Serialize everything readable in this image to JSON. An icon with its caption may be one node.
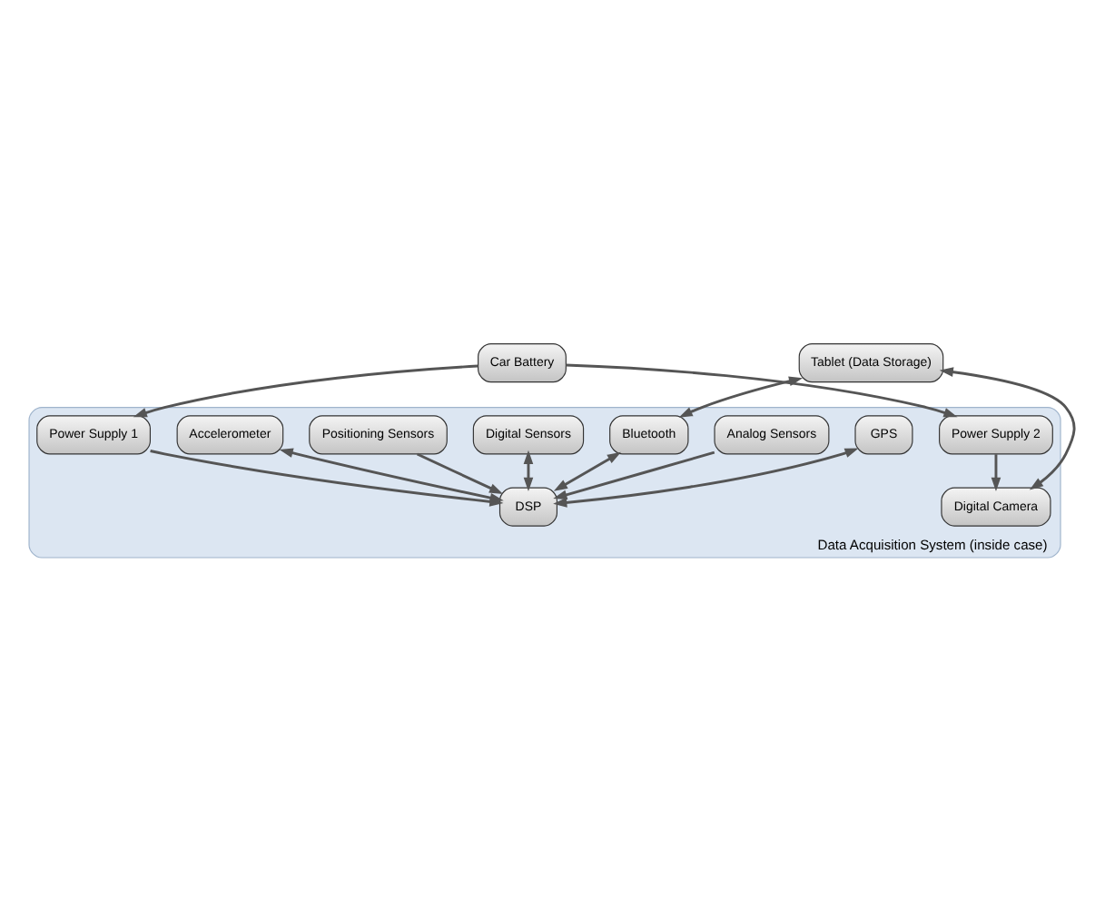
{
  "diagram": {
    "nodes": [
      {
        "text": [
          "Data Acquisition System (inside case)"
        ]
      },
      {
        "text": [
          "Tablet (Data Storage)"
        ]
      },
      {
        "text": [
          "Bluetooth"
        ],
        "in": 0
      },
      {
        "text": [
          "Digital Camera"
        ],
        "in": 0
      },
      {
        "text": [
          "Power Supply 2"
        ],
        "in": 0
      },
      {
        "text": [
          "Accelerometer"
        ],
        "in": 0
      },
      {
        "text": [
          "DSP"
        ],
        "in": 0
      },
      {
        "text": [
          "Power Supply 1"
        ],
        "in": 0
      },
      {
        "text": [
          "Car Battery"
        ]
      },
      {
        "text": [
          "GPS"
        ],
        "in": 0
      },
      {
        "text": [
          "Analog Sensors"
        ],
        "in": 0
      },
      {
        "text": [
          "Digital Sensors"
        ],
        "in": 0
      },
      {
        "text": [
          "Positioning Sensors"
        ],
        "in": 0
      }
    ],
    "edges": [
      {
        "from": 1,
        "to": 2,
        "arrow": "both"
      },
      {
        "from": 1,
        "to": 3,
        "arrow": "both"
      },
      {
        "from": 4,
        "to": 3,
        "arrow": "to"
      },
      {
        "from": 8,
        "to": 4,
        "arrow": "to"
      },
      {
        "from": 2,
        "to": 6,
        "arrow": "both"
      },
      {
        "from": 5,
        "to": 6,
        "arrow": "both"
      },
      {
        "from": 7,
        "to": 6,
        "arrow": "to"
      },
      {
        "from": 8,
        "to": 7,
        "arrow": "to"
      },
      {
        "from": 9,
        "to": 6,
        "arrow": "both"
      },
      {
        "from": 10,
        "to": 6,
        "arrow": "to"
      },
      {
        "from": 11,
        "to": 6,
        "arrow": "both"
      },
      {
        "from": 12,
        "to": 6,
        "arrow": "to"
      }
    ]
  }
}
